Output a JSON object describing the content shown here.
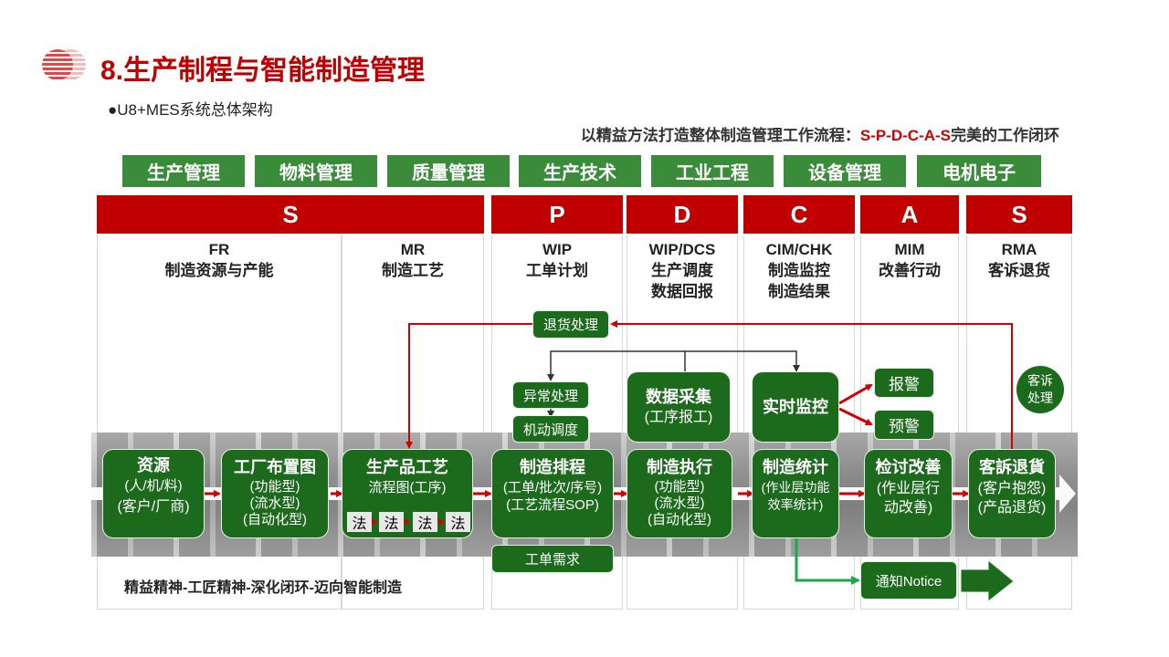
{
  "title": "8.生产制程与智能制造管理",
  "subtitle": "●U8+MES系统总体架构",
  "tagline": {
    "prefix": "以精益方法打造整体制造管理工作流程：",
    "highlight": "S-P-D-C-A-S",
    "suffix": "完美的工作闭环"
  },
  "categories": [
    "生产管理",
    "物料管理",
    "质量管理",
    "生产技术",
    "工业工程",
    "设备管理",
    "电机电子"
  ],
  "phases": [
    "S",
    "P",
    "D",
    "C",
    "A",
    "S"
  ],
  "columns": [
    {
      "code": "FR",
      "lines": [
        "制造资源与产能"
      ]
    },
    {
      "code": "MR",
      "lines": [
        "制造工艺"
      ]
    },
    {
      "code": "WIP",
      "lines": [
        "工单计划"
      ]
    },
    {
      "code": "WIP/DCS",
      "lines": [
        "生产调度",
        "数据回报"
      ]
    },
    {
      "code": "CIM/CHK",
      "lines": [
        "制造监控",
        "制造结果"
      ]
    },
    {
      "code": "MIM",
      "lines": [
        "改善行动"
      ]
    },
    {
      "code": "RMA",
      "lines": [
        "客诉退货"
      ]
    }
  ],
  "process": [
    {
      "title": "资源",
      "lines": [
        "(人/机/料)",
        "(客户/厂商)"
      ]
    },
    {
      "title": "工厂布置图",
      "lines": [
        "(功能型)",
        "(流水型)",
        "(自动化型)"
      ]
    },
    {
      "title": "生产品工艺",
      "lines": [
        "流程图(工序)"
      ]
    },
    {
      "title": "制造排程",
      "lines": [
        "(工单/批次/序号)",
        "(工艺流程SOP)"
      ]
    },
    {
      "title": "制造执行",
      "lines": [
        "(功能型)",
        "(流水型)",
        "(自动化型)"
      ]
    },
    {
      "title": "制造统计",
      "lines": [
        "(作业层功能",
        "效率统计)"
      ]
    },
    {
      "title": "检讨改善",
      "lines": [
        "(作业层行",
        "动改善)"
      ]
    },
    {
      "title": "客訴退貨",
      "lines": [
        "(客户抱怨)",
        "(产品退货)"
      ]
    }
  ],
  "fa_label": "法",
  "aux": {
    "return_handling": "退货处理",
    "exception": "异常处理",
    "dispatch": "机动调度",
    "work_order_demand": "工单需求",
    "data_collection_title": "数据采集",
    "data_collection_sub": "(工序报工)",
    "realtime_monitor": "实时监控",
    "alarm": "报警",
    "warning": "预警",
    "complaint": "客诉处理",
    "notice": "通知Notice"
  },
  "bottom_text": "精益精神-工匠精神-深化闭环-迈向智能制造",
  "colors": {
    "red": "#c00000",
    "green_dark": "#1c6b1c",
    "green_cat": "#3a8c3a",
    "notice_arrow": "#1aa84a"
  }
}
